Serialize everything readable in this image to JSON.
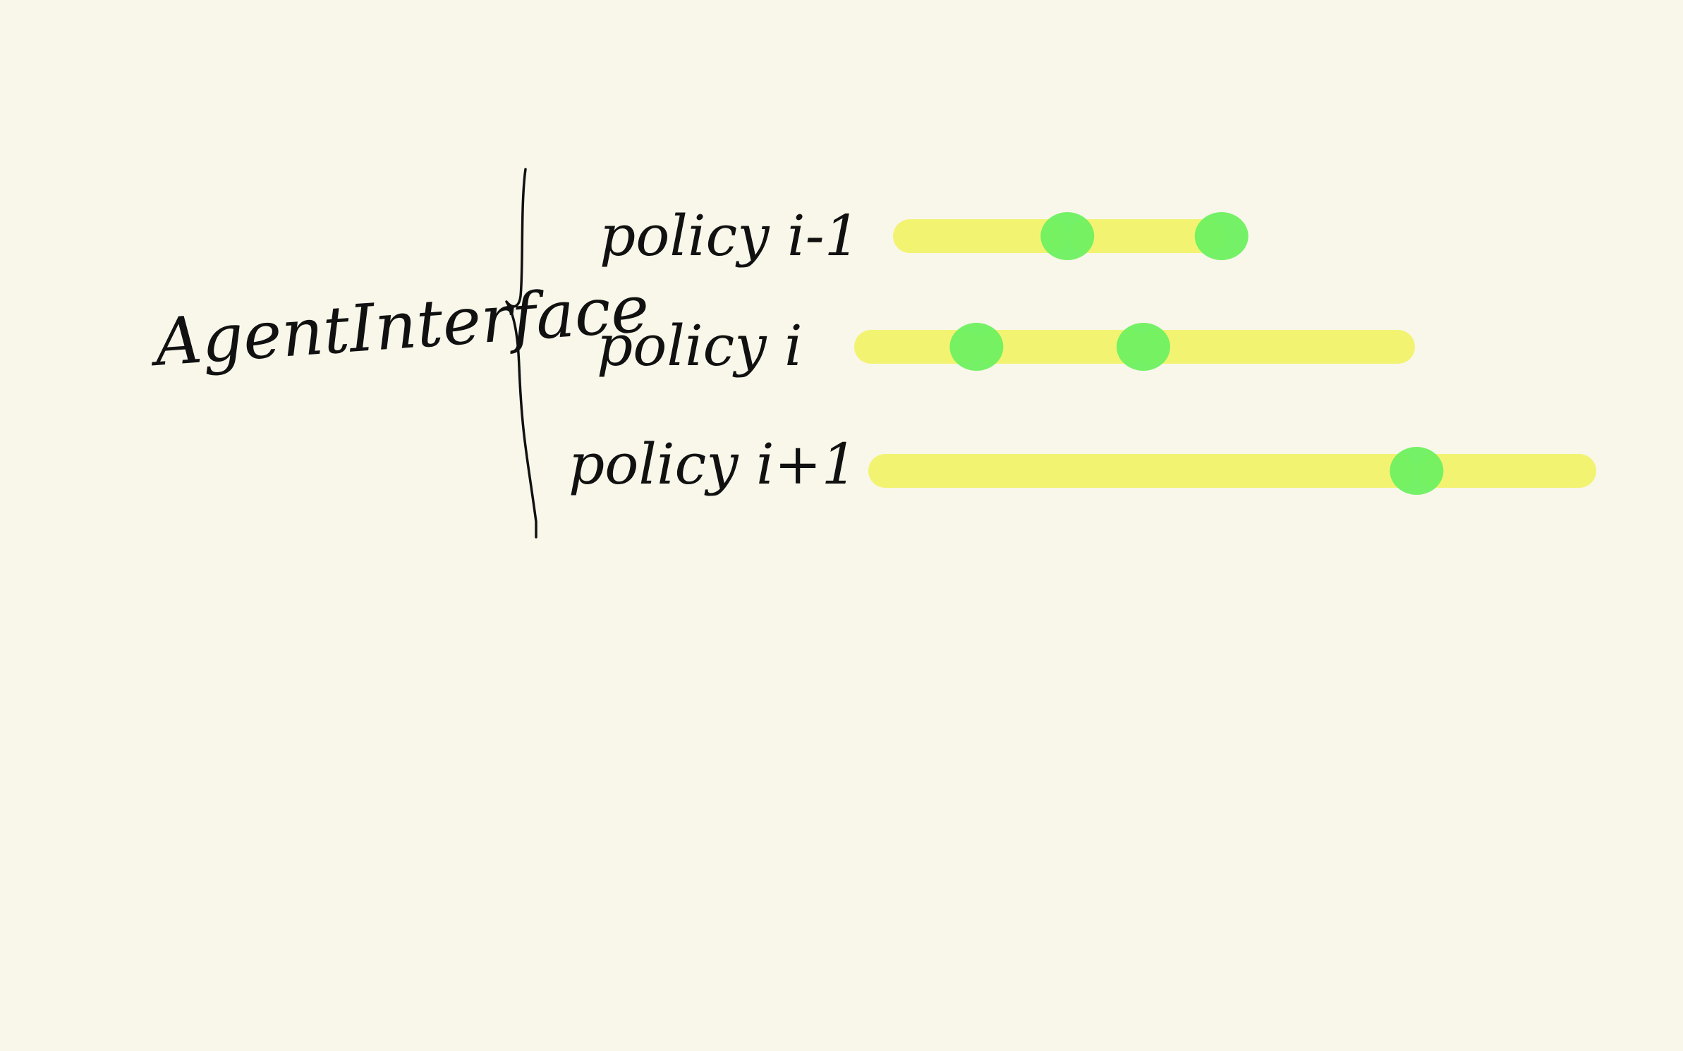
{
  "root_label": "AgentInterface",
  "colors": {
    "background": "#f8f7ea",
    "ink": "#111111",
    "segment": "#f3f372",
    "marker": "#6ef060"
  },
  "policies": [
    {
      "label": "policy i-1",
      "segments": [
        [
          0,
          0.21
        ],
        [
          0.265,
          0.445
        ]
      ],
      "markers": [
        0.235,
        0.465
      ]
    },
    {
      "label": "policy i",
      "segments": [
        [
          0,
          0.155
        ],
        [
          0.205,
          0.44
        ],
        [
          0.485,
          0.9
        ]
      ],
      "markers": [
        0.18,
        0.465
      ]
    },
    {
      "label": "policy i+1",
      "segments": [
        [
          0,
          0.71
        ],
        [
          0.76,
          0.96
        ]
      ],
      "markers": [
        0.735
      ]
    }
  ]
}
